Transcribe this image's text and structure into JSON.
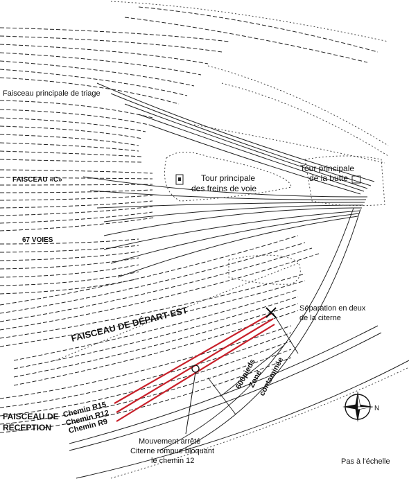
{
  "labels": {
    "classification_yard": "Faisceau principale de triage",
    "yard_c": "FAISCEAU «C»",
    "tracks_67": "67 VOIES",
    "east_departure": "FAISCEAU DE DÉPART EST",
    "reception_line1": "FAISCEAU DE",
    "reception_line2": "RÉCEPTION",
    "retarder_tower_line1": "Tour principale",
    "retarder_tower_line2": "des freins de voie",
    "hump_tower_line1": "Tour principale",
    "hump_tower_line2": "de la butte",
    "tank_separation_line1": "Séparation en deux",
    "tank_separation_line2": "de la citerne",
    "distance": "600pieds",
    "zone_line1": "Zone",
    "zone_line2": "contaminée",
    "route_r15": "Chemin R15",
    "route_r12": "Chemin R12",
    "route_r9": "Chemin R9",
    "movement_line1": "Mouvement arrêté",
    "movement_line2": "Citerne rompue bloquant",
    "movement_line3": "le chemin 12",
    "not_to_scale": "Pas à l'échelle",
    "north": "N"
  },
  "colors": {
    "track": "#222222",
    "highlight_route": "#c8202a",
    "background": "#ffffff"
  },
  "icons": {
    "compass": "compass-rose-icon",
    "tower": "tower-building-icon",
    "separation_marker": "x-marker-icon",
    "stop_point": "circle-marker-icon"
  }
}
